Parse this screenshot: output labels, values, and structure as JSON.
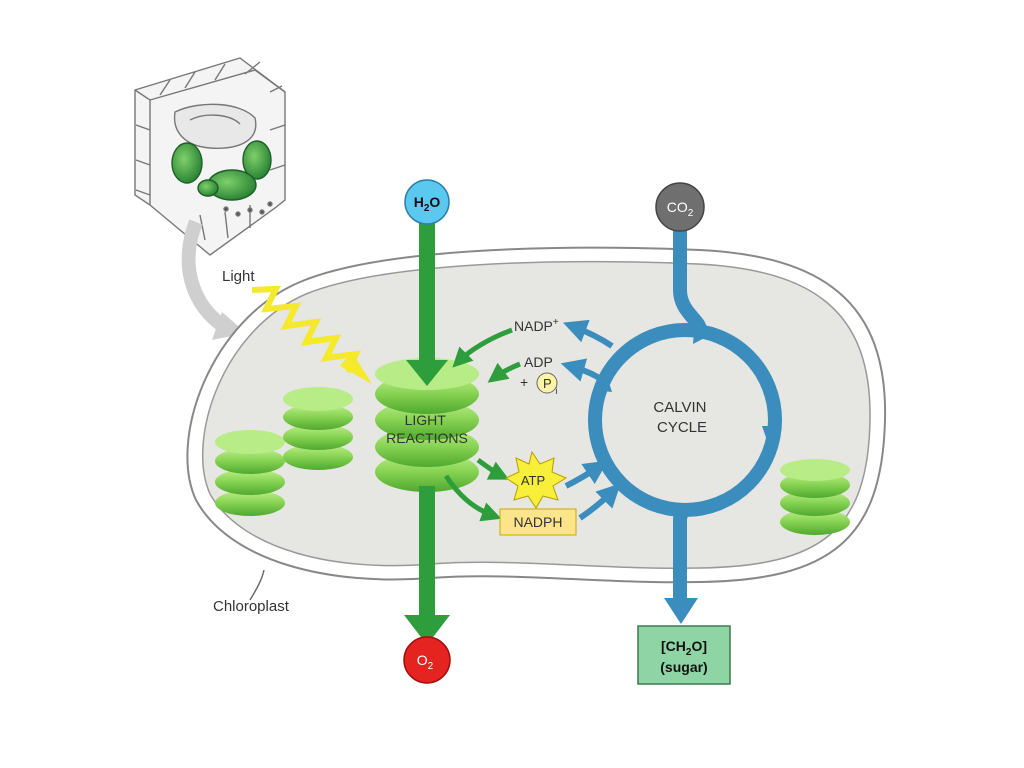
{
  "labels": {
    "light": "Light",
    "chloroplast": "Chloroplast",
    "light_reactions_line1": "LIGHT",
    "light_reactions_line2": "REACTIONS",
    "calvin_line1": "CALVIN",
    "calvin_line2": "CYCLE",
    "nadp_plus": "NADP",
    "nadp_sup": "+",
    "adp": "ADP",
    "plus_sign": "+",
    "pi_letter": "P",
    "pi_sub": "i",
    "atp": "ATP",
    "nadph": "NADPH",
    "h2o_h": "H",
    "h2o_sub": "2",
    "h2o_o": "O",
    "co2_co": "CO",
    "co2_sub": "2",
    "o2_o": "O",
    "o2_sub": "2",
    "sugar_line1_a": "[CH",
    "sugar_line1_sub": "2",
    "sugar_line1_b": "O]",
    "sugar_line2": "(sugar)"
  },
  "colors": {
    "green_arrow": "#2e9e3c",
    "blue_arrow": "#3a8dbd",
    "thylakoid": "#8fd460",
    "stroma": "#e6e6e2",
    "h2o_fill": "#5bc8f0",
    "co2_fill": "#6f6f6f",
    "o2_fill": "#e52320",
    "atp_fill": "#f7ef3a",
    "nadph_fill": "#fbe48a",
    "sugar_fill": "#8fd4a4",
    "light_bolt": "#f4e92a"
  }
}
